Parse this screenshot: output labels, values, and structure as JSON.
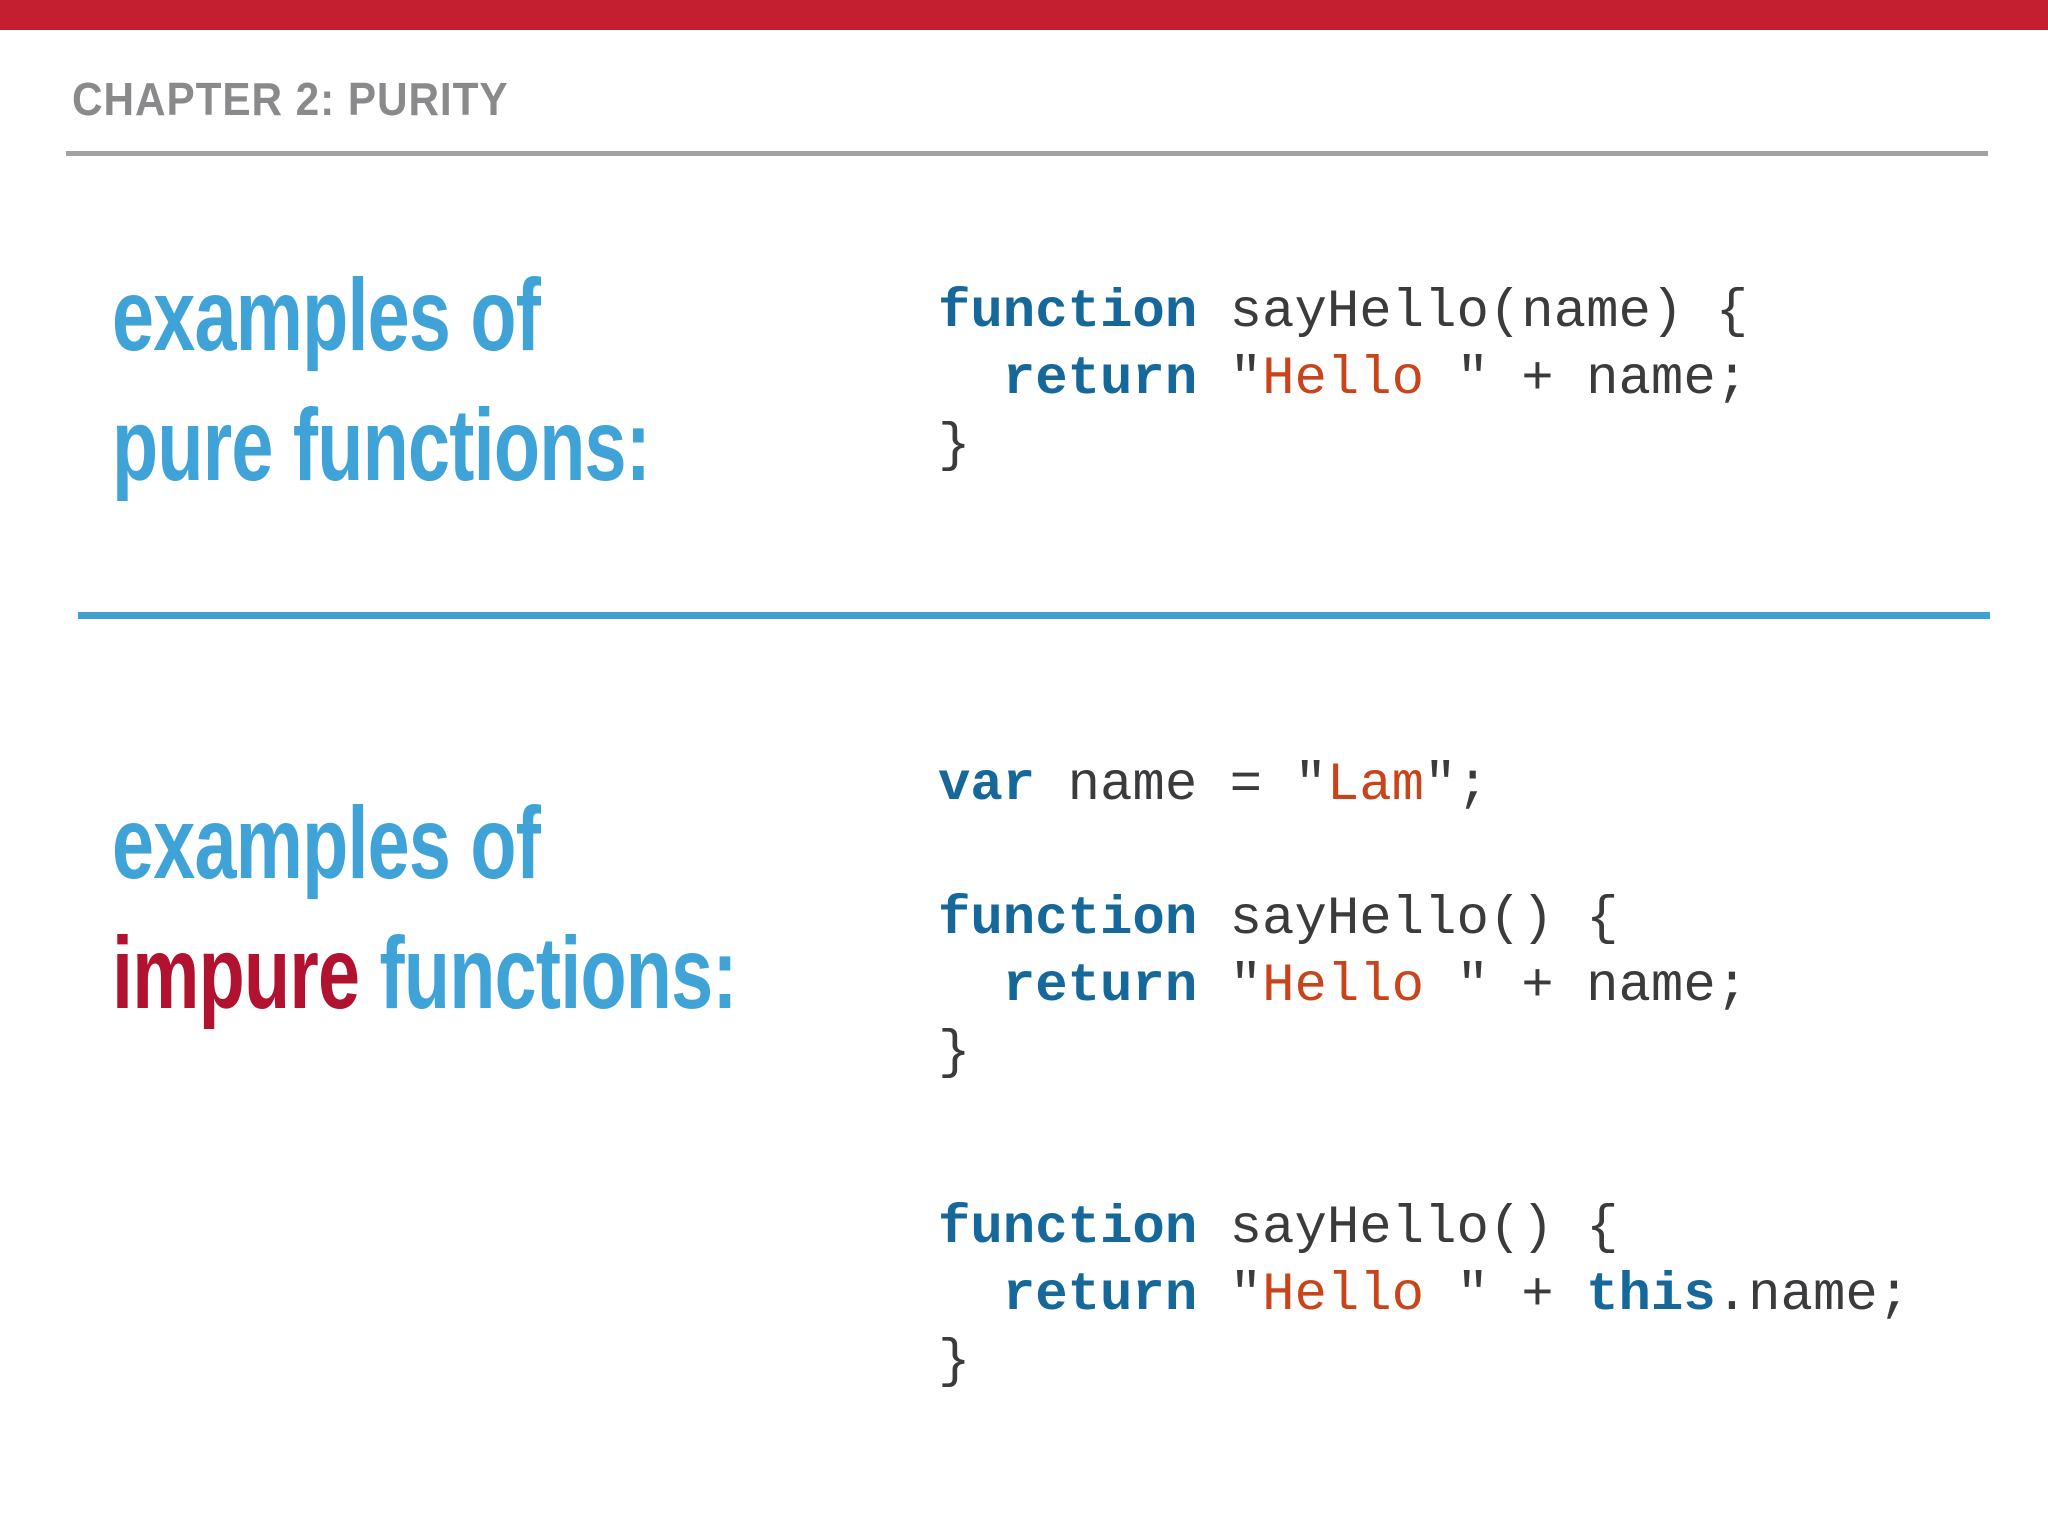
{
  "colors": {
    "topbar": "#c41f30",
    "chapter": "#8a8a8c",
    "rule": "#a2a2a4",
    "blue": "#3fa3d8",
    "crimson": "#b01230",
    "kw": "#17689a",
    "str": "#c8441a",
    "code": "#3b3b3d",
    "divider": "#3fa0d4"
  },
  "header": {
    "title": "CHAPTER 2: PURITY"
  },
  "sections": [
    {
      "heading_lines": [
        [
          {
            "t": "examples of",
            "c": "blue"
          }
        ],
        [
          {
            "t": "pure functions:",
            "c": "blue"
          }
        ]
      ],
      "code_blocks": [
        {
          "lines": [
            [
              {
                "t": "function",
                "c": "kw"
              },
              {
                "t": " sayHello(name) {",
                "c": "pl"
              }
            ],
            [
              {
                "t": "  ",
                "c": "pl"
              },
              {
                "t": "return",
                "c": "kw"
              },
              {
                "t": " \"",
                "c": "pl"
              },
              {
                "t": "Hello ",
                "c": "str"
              },
              {
                "t": "\" + name;",
                "c": "pl"
              }
            ],
            [
              {
                "t": "}",
                "c": "pl"
              }
            ]
          ]
        }
      ]
    },
    {
      "heading_lines": [
        [
          {
            "t": "examples of",
            "c": "blue"
          }
        ],
        [
          {
            "t": "impure",
            "c": "red"
          },
          {
            "t": " functions:",
            "c": "blue"
          }
        ]
      ],
      "code_blocks": [
        {
          "lines": [
            [
              {
                "t": "var",
                "c": "kw"
              },
              {
                "t": " name = \"",
                "c": "pl"
              },
              {
                "t": "Lam",
                "c": "str"
              },
              {
                "t": "\";",
                "c": "pl"
              }
            ],
            [],
            [
              {
                "t": "function",
                "c": "kw"
              },
              {
                "t": " sayHello() {",
                "c": "pl"
              }
            ],
            [
              {
                "t": "  ",
                "c": "pl"
              },
              {
                "t": "return",
                "c": "kw"
              },
              {
                "t": " \"",
                "c": "pl"
              },
              {
                "t": "Hello ",
                "c": "str"
              },
              {
                "t": "\" + name;",
                "c": "pl"
              }
            ],
            [
              {
                "t": "}",
                "c": "pl"
              }
            ]
          ]
        },
        {
          "lines": [
            [
              {
                "t": "function",
                "c": "kw"
              },
              {
                "t": " sayHello() {",
                "c": "pl"
              }
            ],
            [
              {
                "t": "  ",
                "c": "pl"
              },
              {
                "t": "return",
                "c": "kw"
              },
              {
                "t": " \"",
                "c": "pl"
              },
              {
                "t": "Hello ",
                "c": "str"
              },
              {
                "t": "\" + ",
                "c": "pl"
              },
              {
                "t": "this",
                "c": "kw"
              },
              {
                "t": ".name;",
                "c": "pl"
              }
            ],
            [
              {
                "t": "}",
                "c": "pl"
              }
            ]
          ]
        }
      ]
    }
  ]
}
